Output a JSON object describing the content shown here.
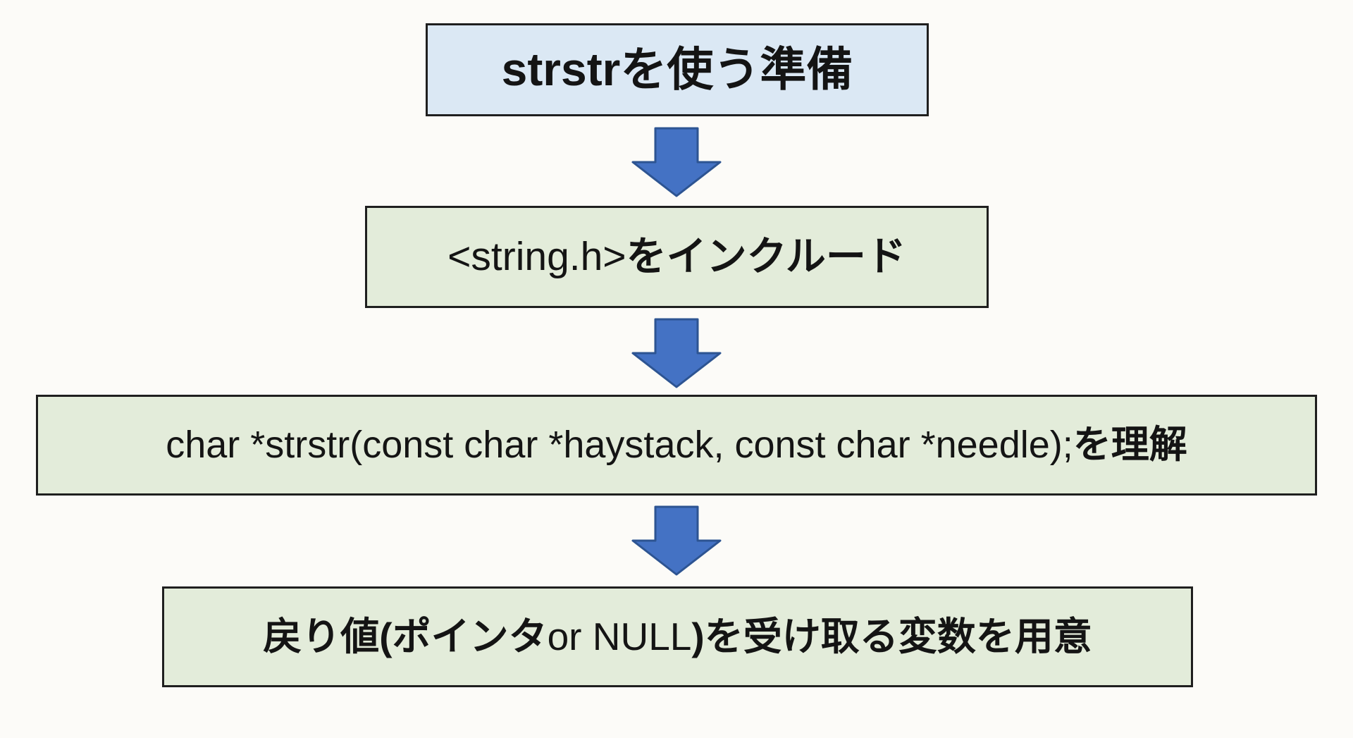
{
  "colors": {
    "title_fill": "#dbe8f4",
    "step_fill": "#e3ecda",
    "box_border": "#1f1f1f",
    "arrow_fill": "#4472c4",
    "arrow_border": "#2d5492",
    "text_color": "#141414",
    "bg_color": "#fcfbf8"
  },
  "flowchart": {
    "title": {
      "text": "strstrを使う準備"
    },
    "arrows": [
      {
        "icon": "down-block-arrow"
      },
      {
        "icon": "down-block-arrow"
      },
      {
        "icon": "down-block-arrow"
      }
    ],
    "steps": [
      {
        "name": "include-string-header",
        "parts": [
          {
            "text": "<string.h>"
          },
          {
            "text": "をインクルード"
          }
        ]
      },
      {
        "name": "understand-signature",
        "parts": [
          {
            "text": "char *strstr(const char *haystack, const char *needle); "
          },
          {
            "text": "を理解"
          }
        ]
      },
      {
        "name": "prepare-return-variable",
        "parts": [
          {
            "text": "戻り値(ポインタ "
          },
          {
            "text": "or NULL"
          },
          {
            "text": ")を受け取る変数を用意"
          }
        ]
      }
    ]
  }
}
